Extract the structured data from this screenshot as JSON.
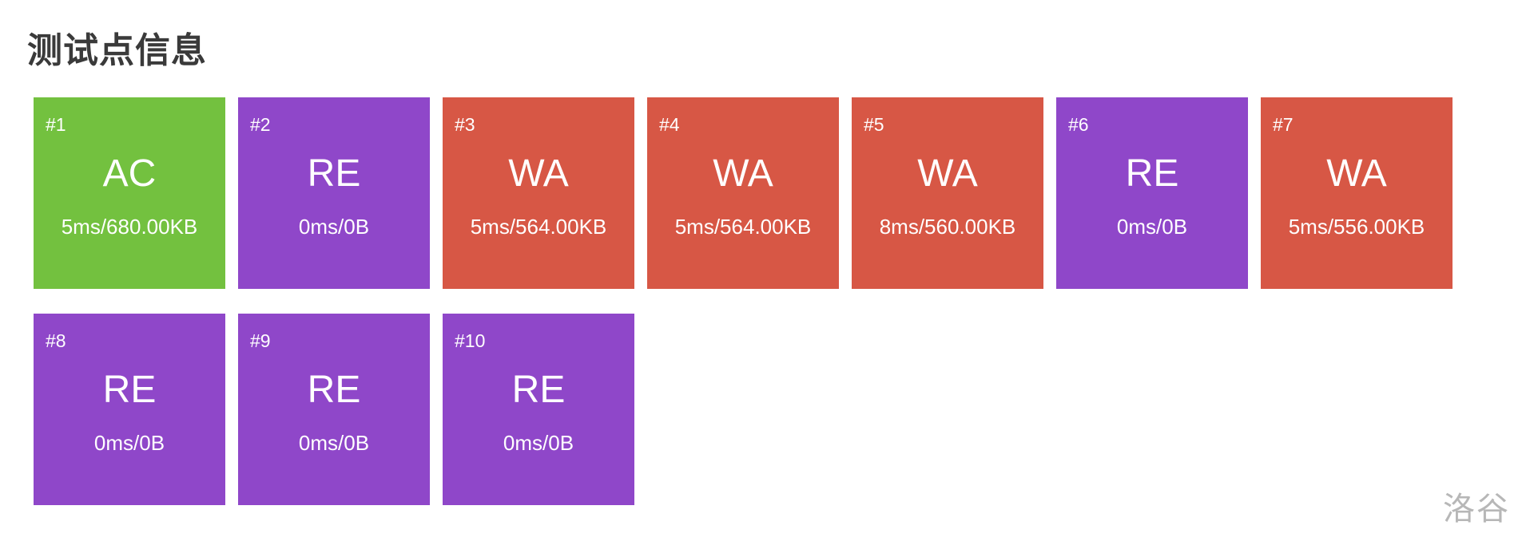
{
  "title": "测试点信息",
  "watermark": "洛谷",
  "colors": {
    "AC": "#73c13f",
    "RE": "#8f47c9",
    "WA": "#d75745"
  },
  "testcases": [
    {
      "id": "#1",
      "status": "AC",
      "stats": "5ms/680.00KB"
    },
    {
      "id": "#2",
      "status": "RE",
      "stats": "0ms/0B"
    },
    {
      "id": "#3",
      "status": "WA",
      "stats": "5ms/564.00KB"
    },
    {
      "id": "#4",
      "status": "WA",
      "stats": "5ms/564.00KB"
    },
    {
      "id": "#5",
      "status": "WA",
      "stats": "8ms/560.00KB"
    },
    {
      "id": "#6",
      "status": "RE",
      "stats": "0ms/0B"
    },
    {
      "id": "#7",
      "status": "WA",
      "stats": "5ms/556.00KB"
    },
    {
      "id": "#8",
      "status": "RE",
      "stats": "0ms/0B"
    },
    {
      "id": "#9",
      "status": "RE",
      "stats": "0ms/0B"
    },
    {
      "id": "#10",
      "status": "RE",
      "stats": "0ms/0B"
    }
  ]
}
